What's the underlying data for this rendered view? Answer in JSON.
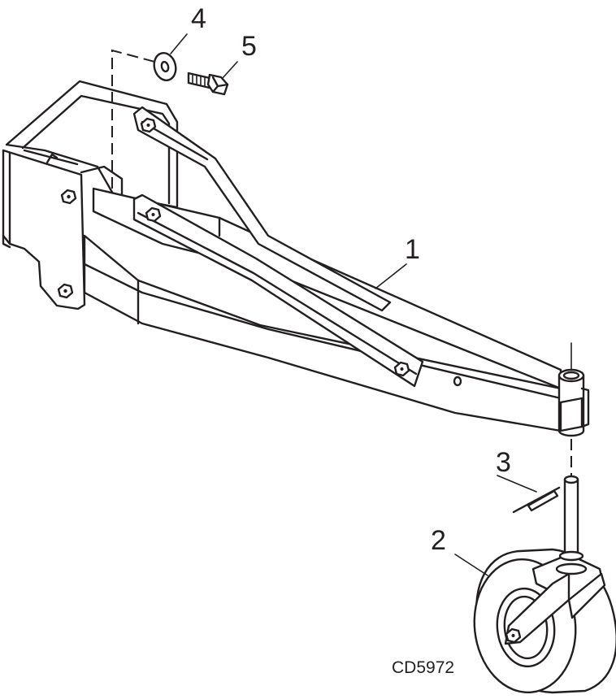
{
  "callouts": [
    {
      "id": "1",
      "text": "1"
    },
    {
      "id": "2",
      "text": "2"
    },
    {
      "id": "3",
      "text": "3"
    },
    {
      "id": "4",
      "text": "4"
    },
    {
      "id": "5",
      "text": "5"
    }
  ],
  "drawing_code": "CD5972",
  "colors": {
    "line": "#231f20",
    "background": "#ffffff"
  }
}
